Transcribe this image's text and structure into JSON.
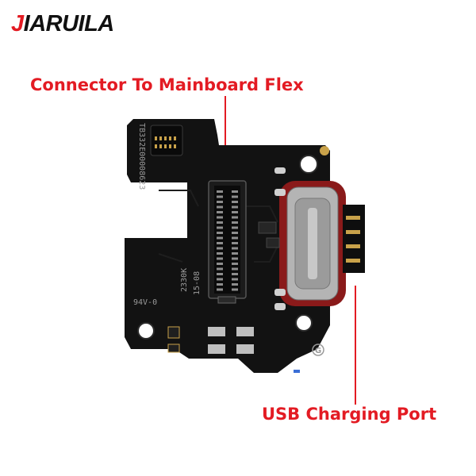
{
  "brand": {
    "first_letter": "J",
    "rest": "IARUILA"
  },
  "callouts": {
    "connector_label": "Connector To Mainboard Flex",
    "usb_label": "USB Charging Port"
  },
  "board_text": {
    "part_number": "TB332E00008623",
    "code_a": "2330K",
    "code_b": "15-08",
    "rating": "94V-0",
    "logo": "G"
  },
  "colors": {
    "accent": "#e31b23",
    "board": "#121212",
    "silkscreen": "#9a9a9a",
    "gold": "#c9a24a",
    "gasket": "#8a1a1a"
  }
}
